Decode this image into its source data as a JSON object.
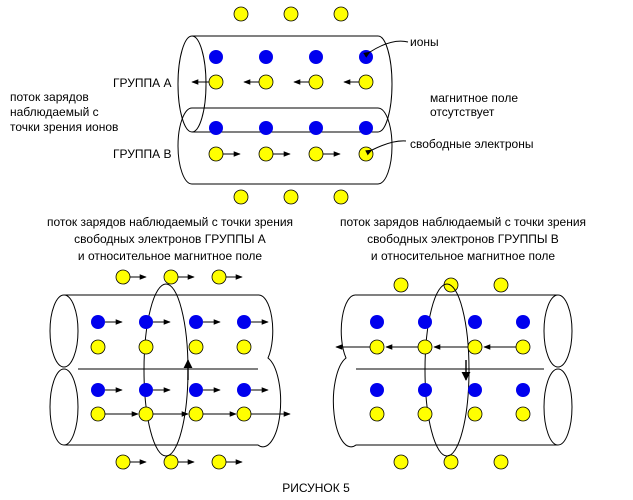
{
  "labels": {
    "group_a": "ГРУППА А",
    "group_b": "ГРУППА В",
    "ions": "ионы",
    "free_electrons": "свободные электроны",
    "no_field_1": "магнитное поле",
    "no_field_2": "отсутствует",
    "ion_view_1": "поток зарядов",
    "ion_view_2": "наблюдаемый с",
    "ion_view_3": "точки зрения ионов",
    "left_caption_1": "поток зарядов наблюдаемый с точки зрения",
    "left_caption_2": "свободных электронов ГРУППЫ А",
    "left_caption_3": "и относительное магнитное поле",
    "right_caption_1": "поток зарядов наблюдаемый с точки зрения",
    "right_caption_2": "свободных электронов ГРУППЫ В",
    "right_caption_3": "и относительное магнитное поле",
    "figure_caption": "РИСУНОК 5"
  },
  "colors": {
    "ion": "#0000ee",
    "electron": "#ffff00",
    "outline": "#000000",
    "background": "#ffffff"
  }
}
